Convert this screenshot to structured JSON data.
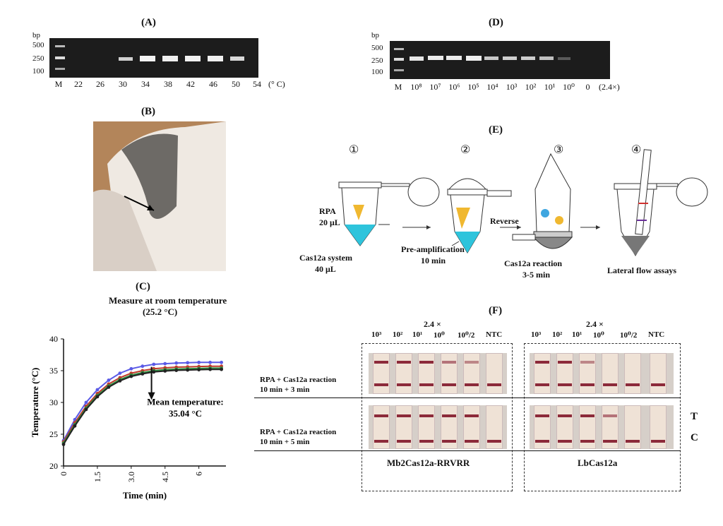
{
  "panels": {
    "A": "(A)",
    "B": "(B)",
    "C": "(C)",
    "D": "(D)",
    "E": "(E)",
    "F": "(F)"
  },
  "gelA": {
    "bp": "bp",
    "ladder": [
      "500",
      "250",
      "100"
    ],
    "lanes": [
      "M",
      "22",
      "26",
      "30",
      "34",
      "38",
      "42",
      "46",
      "50",
      "54"
    ],
    "unit": "(° C)"
  },
  "gelD": {
    "bp": "bp",
    "ladder": [
      "500",
      "250",
      "100"
    ],
    "lanes": [
      "M",
      "10⁸",
      "10⁷",
      "10⁶",
      "10⁵",
      "10⁴",
      "10³",
      "10²",
      "10¹",
      "10⁰",
      "0"
    ],
    "unit": "(2.4×)"
  },
  "schematic": {
    "steps": [
      "①",
      "②",
      "③",
      "④"
    ],
    "rpa": "RPA",
    "rpa_vol": "20 μL",
    "cas_system": "Cas12a system",
    "cas_vol": "40 μL",
    "pre_amp": "Pre-amplification",
    "pre_amp_time": "10 min",
    "reverse": "Reverse",
    "cas_reaction": "Cas12a reaction",
    "cas_time": "3-5 min",
    "lfa": "Lateral flow assays"
  },
  "chart_data": {
    "type": "line",
    "title": "Measure at room temperature",
    "subtitle": "(25.2 °C)",
    "xlabel": "Time (min)",
    "ylabel": "Temperature (°C)",
    "xlim": [
      0,
      7.2
    ],
    "ylim": [
      20,
      40
    ],
    "xticks": [
      "0",
      "1.5",
      "3.0",
      "4.5",
      "6"
    ],
    "yticks": [
      "20",
      "25",
      "30",
      "35",
      "40"
    ],
    "annotation": "Mean temperature:",
    "annotation_value": "35.04 °C",
    "series": [
      {
        "color": "#5a5ae6",
        "x": [
          0,
          0.5,
          1,
          1.5,
          2,
          2.5,
          3,
          3.5,
          4,
          4.5,
          5,
          5.5,
          6,
          6.5,
          7
        ],
        "y": [
          24,
          27.3,
          30,
          32,
          33.5,
          34.6,
          35.3,
          35.7,
          36,
          36.1,
          36.2,
          36.25,
          36.3,
          36.3,
          36.3
        ]
      },
      {
        "color": "#c0392b",
        "x": [
          0,
          0.5,
          1,
          1.5,
          2,
          2.5,
          3,
          3.5,
          4,
          4.5,
          5,
          5.5,
          6,
          6.5,
          7
        ],
        "y": [
          23.8,
          26.8,
          29.4,
          31.4,
          32.9,
          33.9,
          34.6,
          35,
          35.3,
          35.45,
          35.55,
          35.6,
          35.65,
          35.7,
          35.7
        ]
      },
      {
        "color": "#2e8b3e",
        "x": [
          0,
          0.5,
          1,
          1.5,
          2,
          2.5,
          3,
          3.5,
          4,
          4.5,
          5,
          5.5,
          6,
          6.5,
          7
        ],
        "y": [
          23.6,
          26.5,
          29.1,
          31.1,
          32.6,
          33.6,
          34.3,
          34.7,
          35,
          35.15,
          35.25,
          35.3,
          35.35,
          35.4,
          35.4
        ]
      },
      {
        "color": "#222222",
        "x": [
          0,
          0.5,
          1,
          1.5,
          2,
          2.5,
          3,
          3.5,
          4,
          4.5,
          5,
          5.5,
          6,
          6.5,
          7
        ],
        "y": [
          23.4,
          26.3,
          28.9,
          30.9,
          32.4,
          33.4,
          34.1,
          34.5,
          34.8,
          34.95,
          35.05,
          35.1,
          35.15,
          35.2,
          35.2
        ]
      }
    ]
  },
  "panelF": {
    "conc_top": "2.4 ×",
    "cols": [
      "10³",
      "10²",
      "10¹",
      "10⁰",
      "10⁰/2",
      "NTC"
    ],
    "row1_label": "RPA + Cas12a reaction",
    "row1_time": "10 min + 3 min",
    "row2_label": "RPA + Cas12a reaction",
    "row2_time": "10 min + 5 min",
    "group1": "Mb2Cas12a-RRVRR",
    "group2": "LbCas12a",
    "T": "T",
    "C": "C"
  }
}
